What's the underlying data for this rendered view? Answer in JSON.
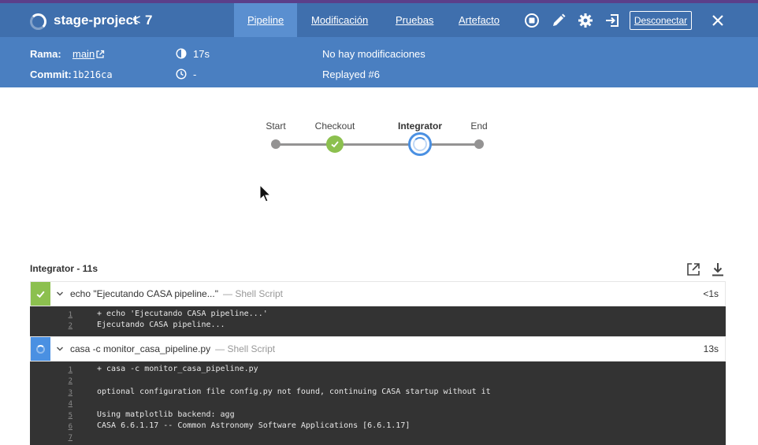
{
  "header": {
    "project": "stage-project",
    "run_separator": "<",
    "run_number": "7",
    "tabs": [
      {
        "label": "Pipeline",
        "active": true
      },
      {
        "label": "Modificación",
        "active": false
      },
      {
        "label": "Pruebas",
        "active": false
      },
      {
        "label": "Artefacto",
        "active": false
      }
    ],
    "disconnect_label": "Desconectar",
    "icons": [
      "stop-icon",
      "edit-icon",
      "gear-icon",
      "exit-icon",
      "close-icon"
    ],
    "colors": {
      "header_bg": "#4a7fc1",
      "row_bg": "#3f6fad",
      "active_tab": "#5a8fd0"
    }
  },
  "meta": {
    "branch_label": "Rama:",
    "branch_value": "main",
    "commit_label": "Commit:",
    "commit_value": "1b216ca",
    "duration": "17s",
    "started": "-",
    "changes": "No hay modificaciones",
    "replayed": "Replayed #6"
  },
  "pipeline": {
    "stages": [
      {
        "name": "Start",
        "state": "start"
      },
      {
        "name": "Checkout",
        "state": "success"
      },
      {
        "name": "Integrator",
        "state": "running"
      },
      {
        "name": "End",
        "state": "end"
      }
    ],
    "colors": {
      "success": "#8cc04f",
      "running": "#4a90e2",
      "line": "#949393"
    }
  },
  "steps_panel": {
    "title": "Integrator - 11s",
    "steps": [
      {
        "name": "echo \"Ejecutando CASA pipeline...\"",
        "type": "— Shell Script",
        "duration": "<1s",
        "status": "success",
        "log": [
          {
            "n": "1",
            "text": "+ echo 'Ejecutando CASA pipeline...'"
          },
          {
            "n": "2",
            "text": "Ejecutando CASA pipeline..."
          }
        ]
      },
      {
        "name": "casa -c monitor_casa_pipeline.py",
        "type": "— Shell Script",
        "duration": "13s",
        "status": "running",
        "log": [
          {
            "n": "1",
            "text": "+ casa -c monitor_casa_pipeline.py"
          },
          {
            "n": "2",
            "text": ""
          },
          {
            "n": "3",
            "text": "optional configuration file config.py not found, continuing CASA startup without it"
          },
          {
            "n": "4",
            "text": ""
          },
          {
            "n": "5",
            "text": "Using matplotlib backend: agg"
          },
          {
            "n": "6",
            "text": "CASA 6.6.1.17 -- Common Astronomy Software Applications [6.6.1.17]"
          },
          {
            "n": "7",
            "text": ""
          }
        ]
      }
    ]
  }
}
